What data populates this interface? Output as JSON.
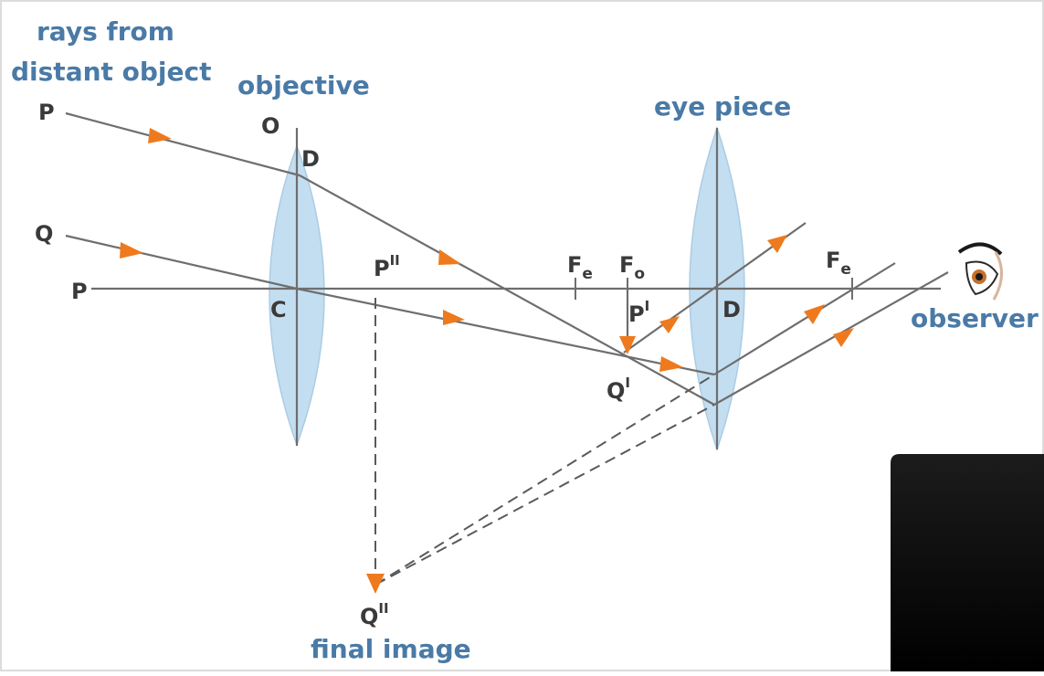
{
  "labels": {
    "rays_line1": "rays from",
    "rays_line2": "distant object",
    "objective": "objective",
    "eye_piece": "eye piece",
    "observer": "observer",
    "final_image": "final image"
  },
  "points": {
    "P_top": "P",
    "Q_left": "Q",
    "P_axis": "P",
    "O": "O",
    "D_objective": "D",
    "C": "C",
    "P_double_prime": "P",
    "P_double_prime_sup": "II",
    "Fe_left": "F",
    "Fe_left_sub": "e",
    "Fo": "F",
    "Fo_sub": "o",
    "P_prime": "P",
    "P_prime_sup": "I",
    "D_eyepiece": "D",
    "Fe_right": "F",
    "Fe_right_sub": "e",
    "Q_prime": "Q",
    "Q_prime_sup": "I",
    "Q_double_prime": "Q",
    "Q_double_prime_sup": "II"
  },
  "colors": {
    "label_blue": "#4a7aa6",
    "arrow_orange": "#ee7a1d",
    "lens_blue": "#b9d9ee",
    "ray_gray": "#6e6e6e"
  }
}
